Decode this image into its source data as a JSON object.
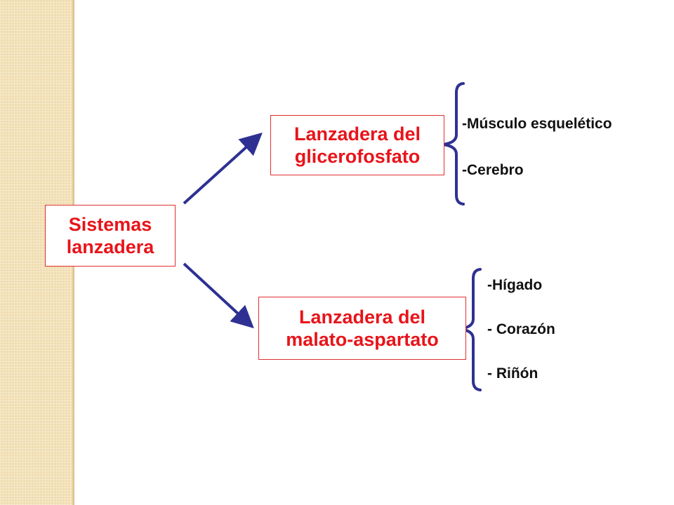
{
  "colors": {
    "box_border": "#e0302f",
    "box_text": "#e8141a",
    "arrow": "#2e3192",
    "brace": "#2e3192",
    "side_strip": "#f0dcae"
  },
  "root": {
    "line1": "Sistemas",
    "line2": "lanzadera"
  },
  "glicerofosfato": {
    "line1": "Lanzadera del",
    "line2": "glicerofosfato",
    "items": [
      "-Músculo esquelético",
      "-Cerebro"
    ]
  },
  "malato": {
    "line1": "Lanzadera del",
    "line2": "malato-aspartato",
    "items": [
      "-Hígado",
      "- Corazón",
      "- Riñón"
    ]
  }
}
